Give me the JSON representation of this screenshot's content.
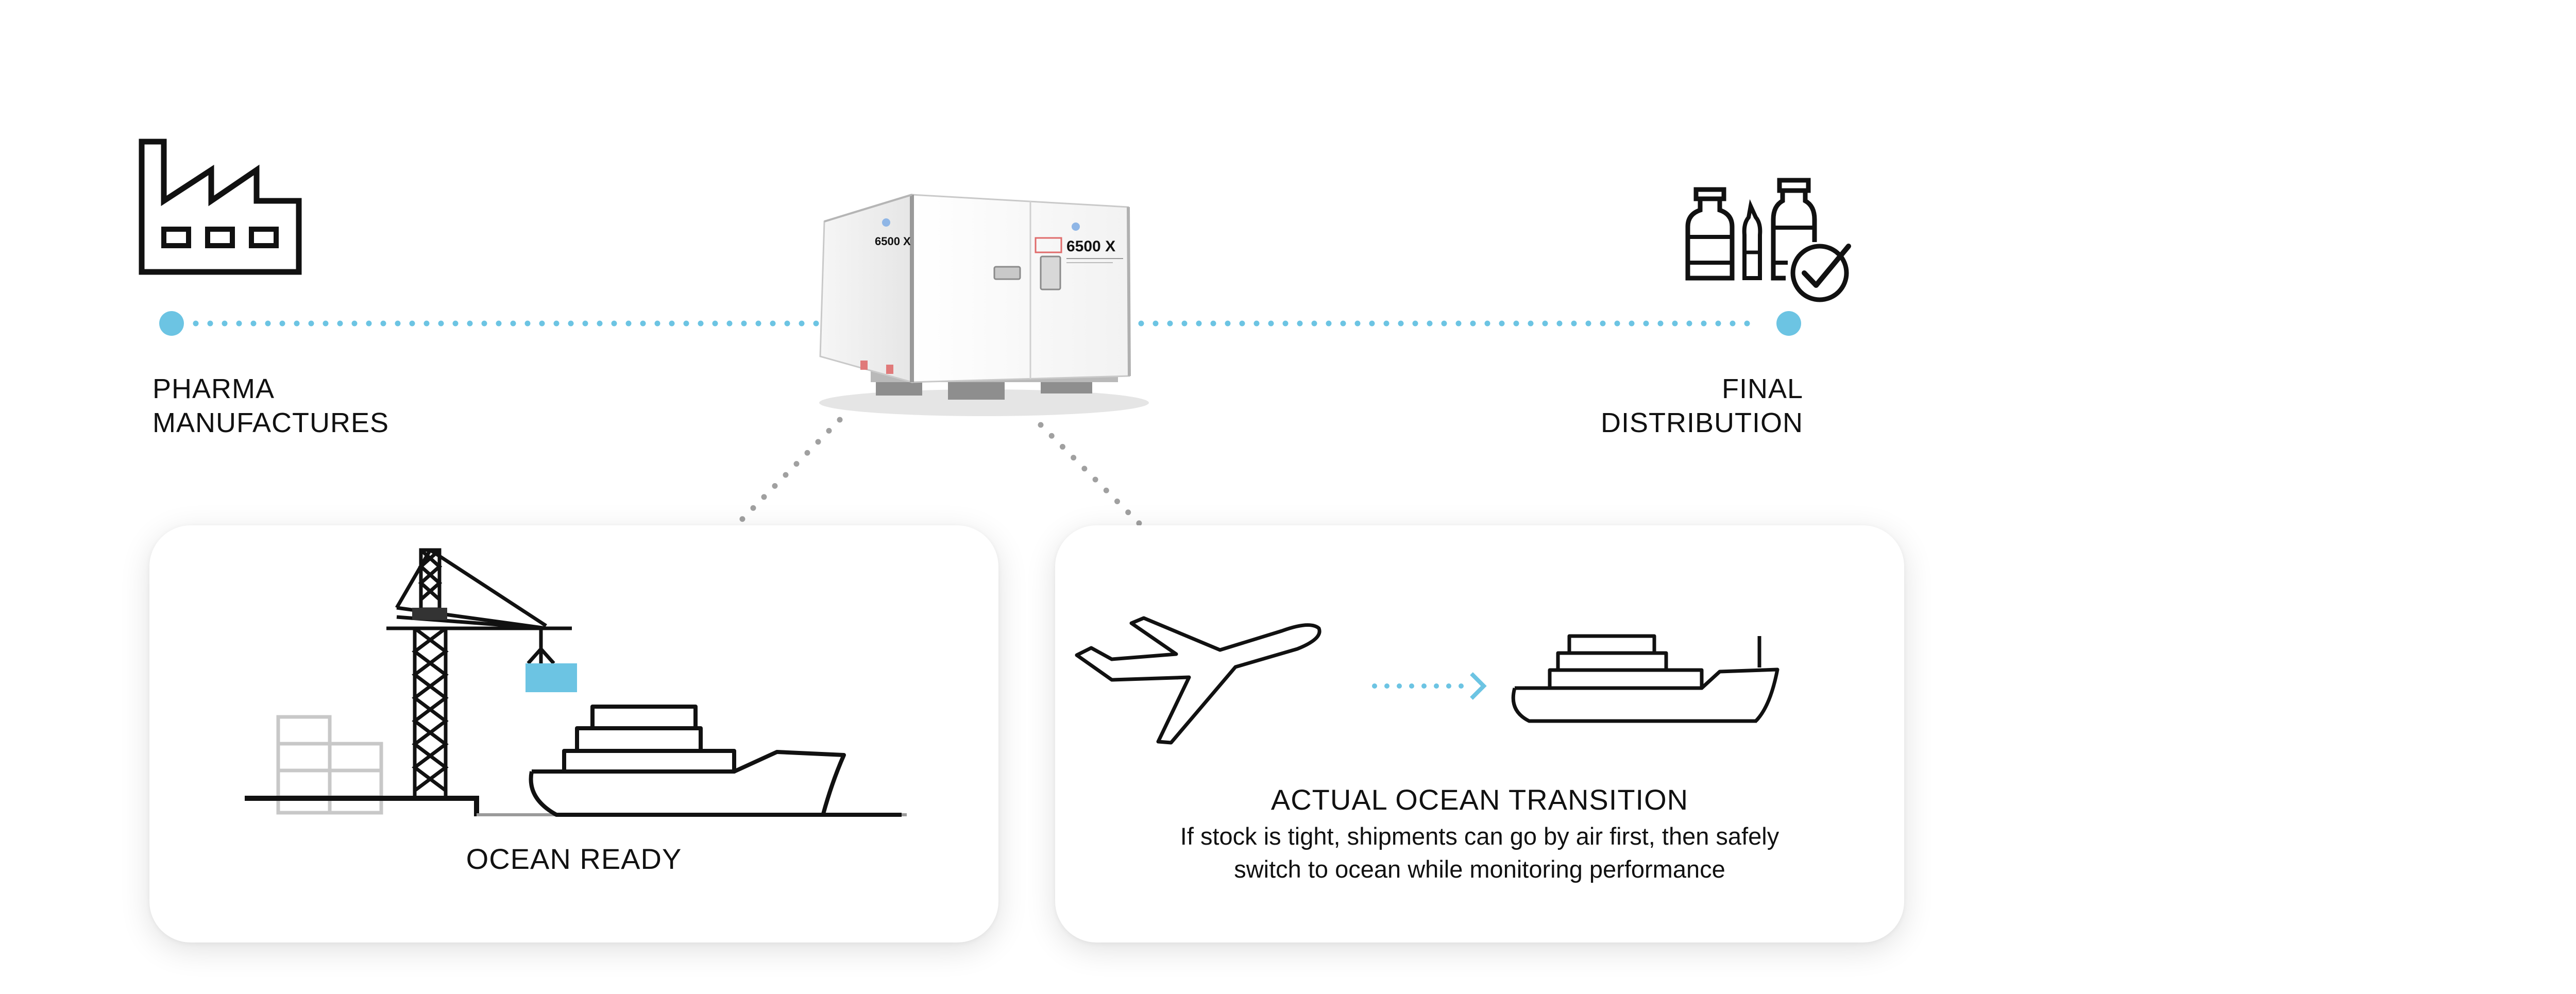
{
  "nodes": {
    "start": {
      "label_lines": [
        "PHARMA",
        "MANUFACTURES"
      ]
    },
    "end": {
      "label_lines": [
        "FINAL",
        "DISTRIBUTION"
      ]
    }
  },
  "container": {
    "model_text": "6500 X"
  },
  "cards": [
    {
      "title": "OCEAN READY",
      "description_lines": []
    },
    {
      "title": "ACTUAL OCEAN TRANSITION",
      "description_lines": [
        "If stock is tight, shipments can go by air first, then safely",
        "switch to ocean while monitoring performance"
      ]
    }
  ],
  "colors": {
    "accent": "#6cc4e3",
    "line": "#111111",
    "dotted_gray": "#a0a0a0",
    "crate_gray": "#c8c8c8"
  },
  "icons": [
    "factory-icon",
    "medicine-vials-check-icon",
    "shipping-container-unit",
    "port-crane-icon",
    "cargo-ship-icon",
    "airplane-icon",
    "arrow-right-icon"
  ]
}
